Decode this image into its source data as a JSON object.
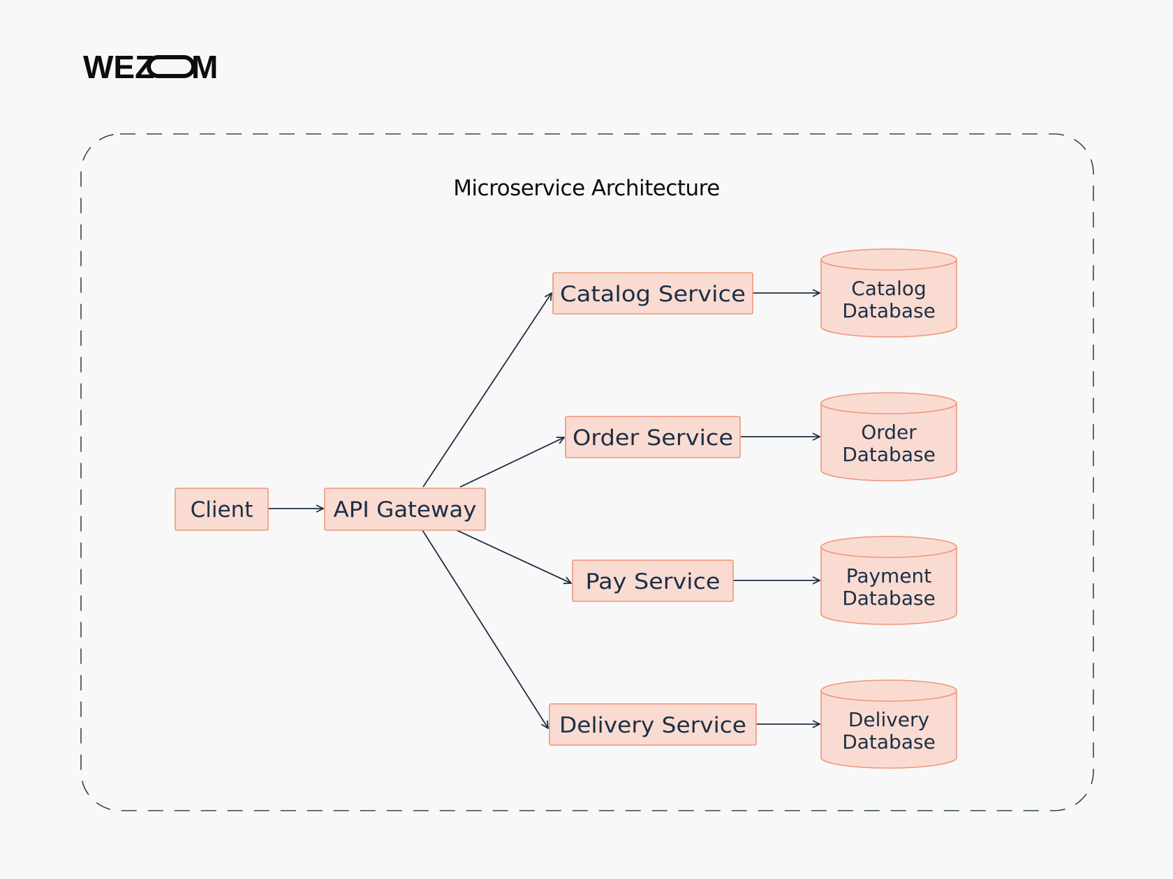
{
  "brand": {
    "logo_text": "WEZOM",
    "logo_left": "WEZ",
    "logo_right": "M"
  },
  "diagram": {
    "title": "Microservice Architecture",
    "nodes": {
      "client": "Client",
      "gateway": "API Gateway",
      "catalog_service": "Catalog Service",
      "order_service": "Order Service",
      "pay_service": "Pay Service",
      "delivery_service": "Delivery Service"
    },
    "databases": {
      "catalog": [
        "Catalog",
        "Database"
      ],
      "order": [
        "Order",
        "Database"
      ],
      "payment": [
        "Payment",
        "Database"
      ],
      "delivery": [
        "Delivery",
        "Database"
      ]
    },
    "edges": [
      {
        "from": "Client",
        "to": "API Gateway"
      },
      {
        "from": "API Gateway",
        "to": "Catalog Service"
      },
      {
        "from": "API Gateway",
        "to": "Order Service"
      },
      {
        "from": "API Gateway",
        "to": "Pay Service"
      },
      {
        "from": "API Gateway",
        "to": "Delivery Service"
      },
      {
        "from": "Catalog Service",
        "to": "Catalog Database"
      },
      {
        "from": "Order Service",
        "to": "Order Database"
      },
      {
        "from": "Pay Service",
        "to": "Payment Database"
      },
      {
        "from": "Delivery Service",
        "to": "Delivery Database"
      }
    ]
  },
  "colors": {
    "background": "#f8f8f8",
    "node_fill": "#f9dbd2",
    "node_stroke": "#f0957a",
    "edge": "#1c2f45",
    "frame": "#2f4557",
    "text": "#1c2f45",
    "logo": "#0d0d0d"
  }
}
